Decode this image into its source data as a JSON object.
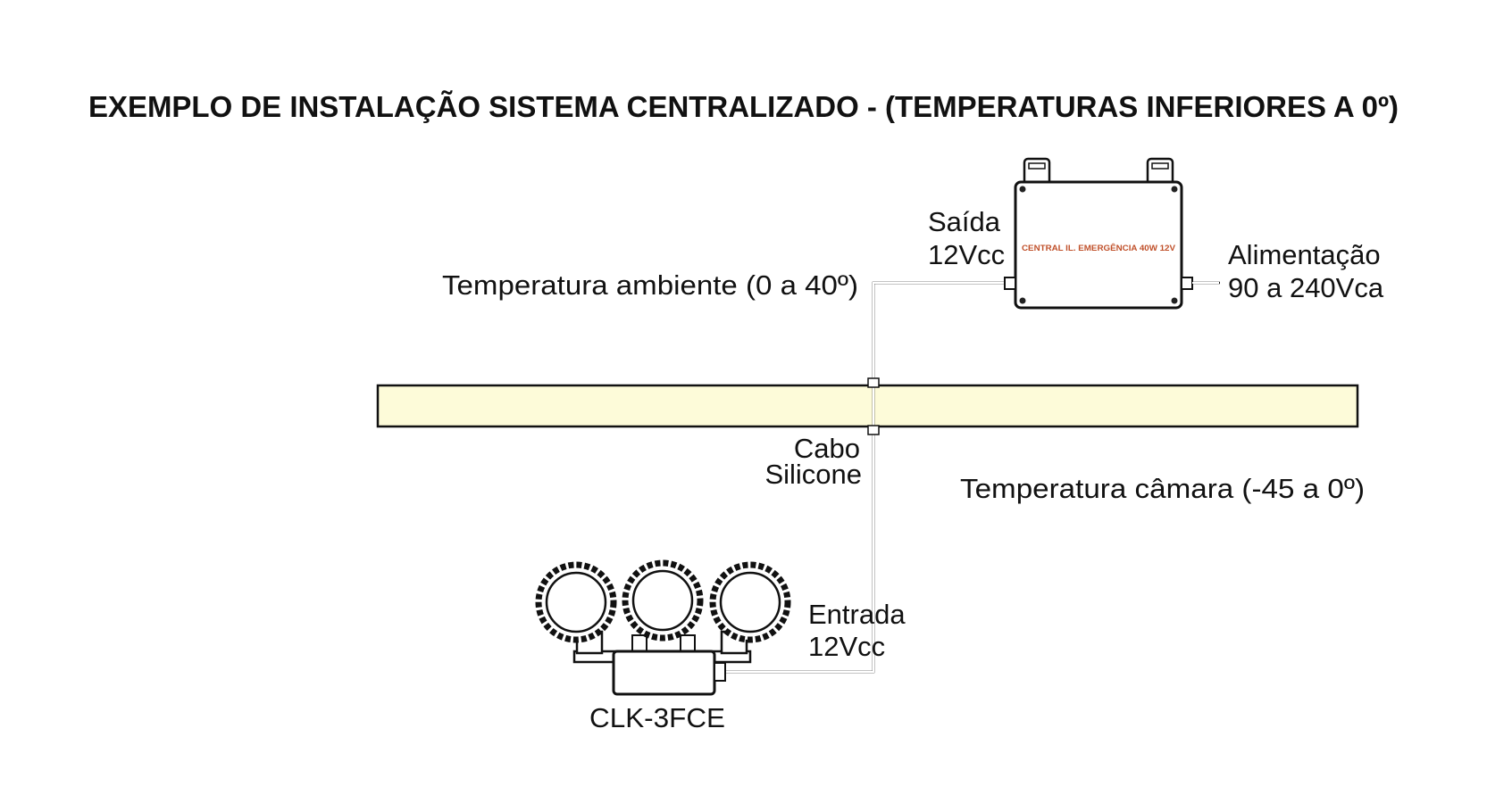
{
  "title": "EXEMPLO DE INSTALAÇÃO SISTEMA CENTRALIZADO - (TEMPERATURAS INFERIORES A 0º)",
  "central_unit": {
    "label": "CENTRAL IL. EMERGÊNCIA 40W 12V",
    "output_label_line1": "Saída",
    "output_label_line2": "12Vcc",
    "power_label_line1": "Alimentação",
    "power_label_line2": "90 a 240Vca"
  },
  "ambient_zone": "Temperatura ambiente (0 a 40º)",
  "chamber_zone": "Temperatura câmara (-45 a 0º)",
  "cable": {
    "line1": "Cabo",
    "line2": "Silicone"
  },
  "fixture": {
    "input_line1": "Entrada",
    "input_line2": "12Vcc",
    "model": "CLK-3FCE"
  },
  "colors": {
    "wall_band": "#fdfbd9",
    "central_label": "#c0502a"
  }
}
